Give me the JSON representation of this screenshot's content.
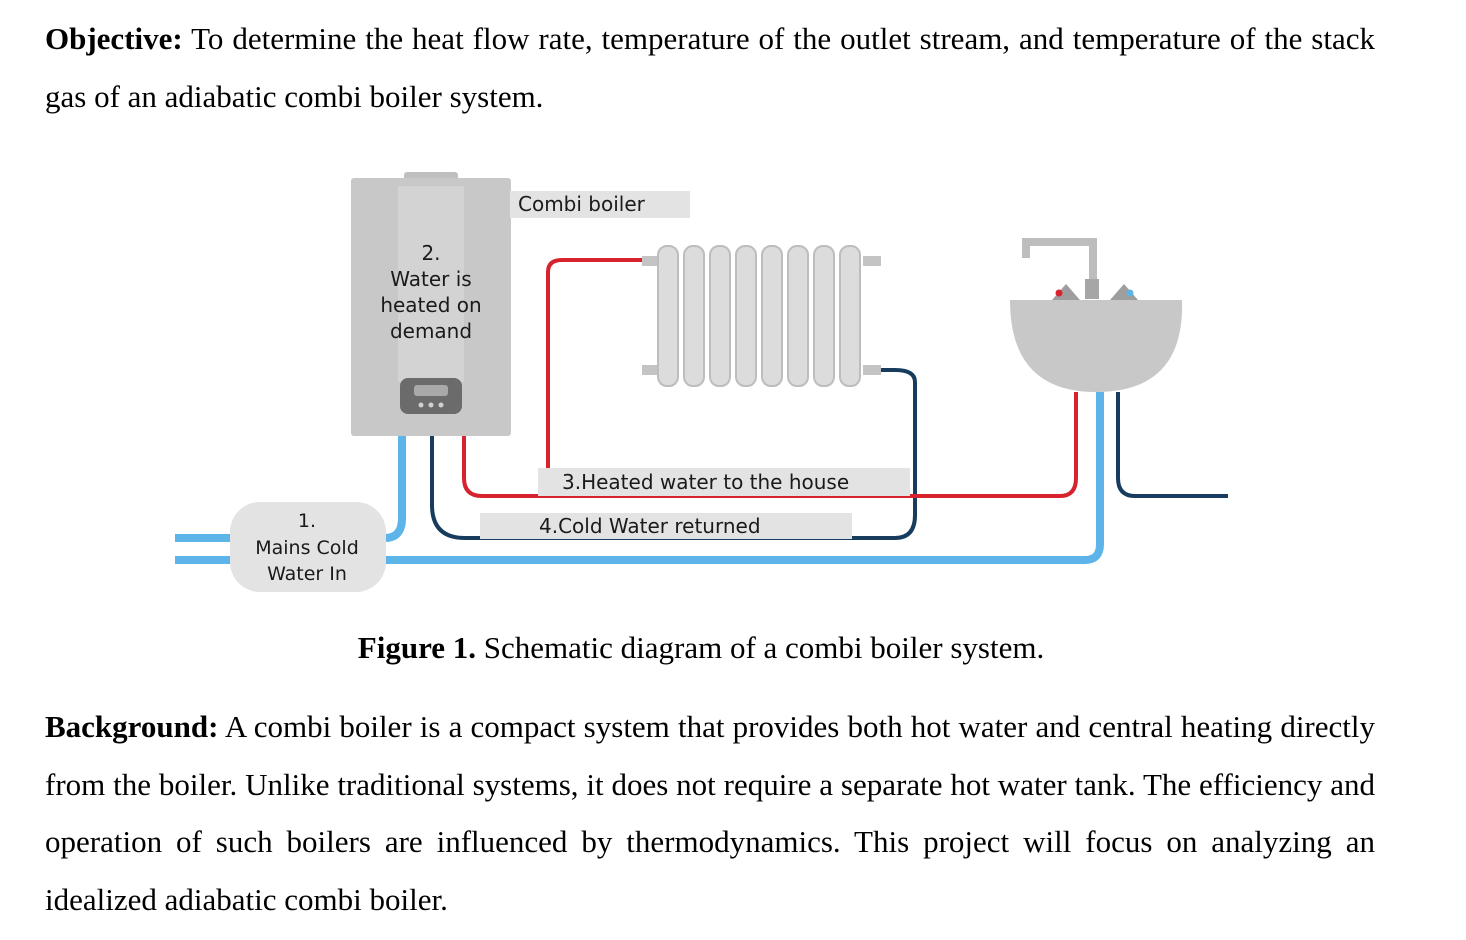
{
  "objective": {
    "label": "Objective:",
    "text": " To determine the heat flow rate, temperature of the outlet stream, and temperature of the stack gas of an adiabatic combi boiler system."
  },
  "figure": {
    "labels": {
      "boiler": "Combi boiler",
      "step2_line1": "2.",
      "step2_line2": "Water is",
      "step2_line3": "heated on",
      "step2_line4": "demand",
      "step1_line1": "1.",
      "step1_line2": "Mains Cold",
      "step1_line3": "Water In",
      "step3": "3.Heated water to the house",
      "step4": "4.Cold Water returned"
    },
    "colors": {
      "hot": "#d7232e",
      "cold_return": "#173c5e",
      "mains": "#5cb4e8",
      "boiler": "#c8c8c8",
      "label_bg": "#e3e3e3"
    },
    "icons": [
      "boiler-icon",
      "radiator-icon",
      "sink-icon",
      "faucet-icon"
    ]
  },
  "caption": {
    "label": "Figure 1.",
    "text": " Schematic diagram of a combi boiler system."
  },
  "background": {
    "label": "Background:",
    "text": " A combi boiler is a compact system that provides both hot water and central heating directly from the boiler. Unlike traditional systems, it does not require a separate hot water tank. The efficiency and operation of such boilers are influenced by thermodynamics. This project will focus on analyzing an idealized adiabatic combi boiler."
  }
}
